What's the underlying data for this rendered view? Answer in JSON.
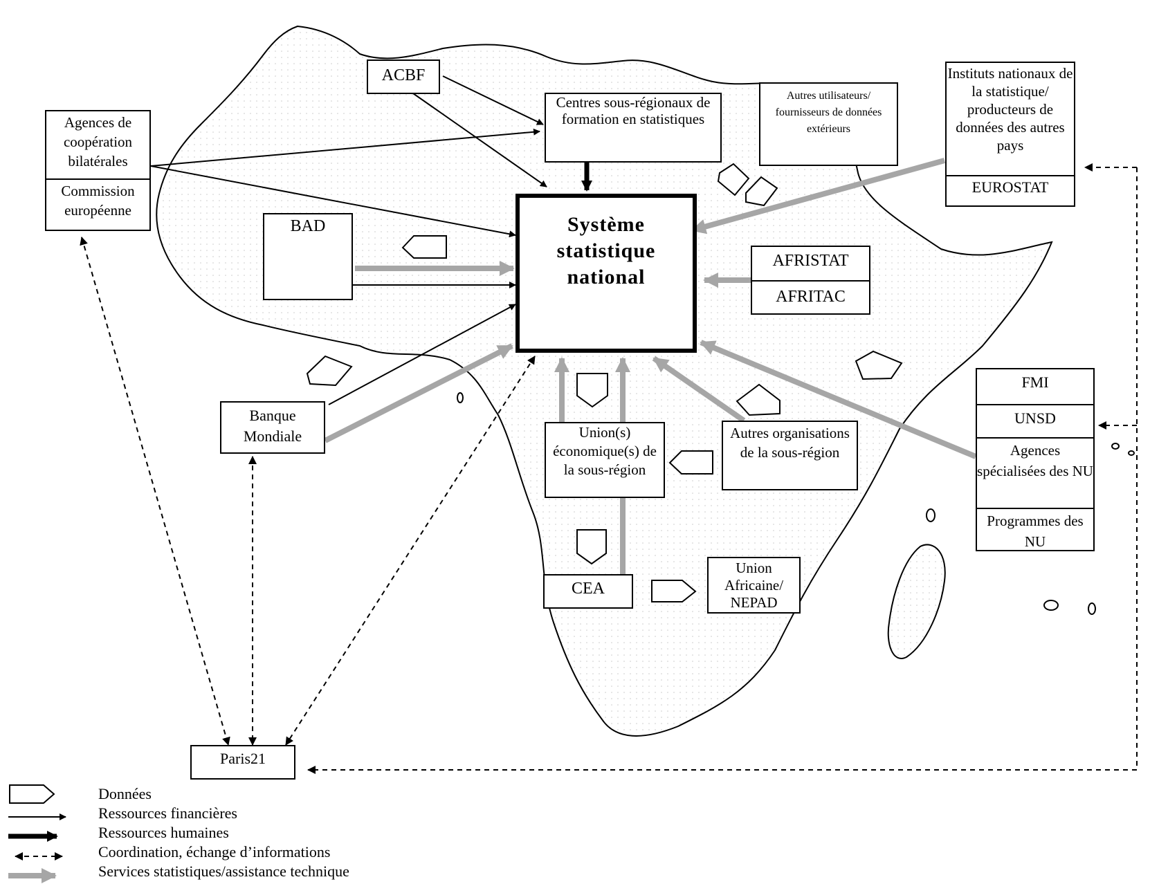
{
  "nodes": {
    "acbf": "ACBF",
    "centres_sous_regionaux": "Centres sous-régionaux de formation en statistiques",
    "autres_utilisateurs": "Autres utilisateurs/ fournisseurs de données extérieurs",
    "instituts_nationaux": "Instituts nationaux de la statistique/ producteurs de données des autres pays",
    "eurostat": "EUROSTAT",
    "agences_cooperation": "Agences de coopération bilatérales",
    "commission_europeenne": "Commission européenne",
    "bad": "BAD",
    "systeme_national": "Système statistique national",
    "afristat": "AFRISTAT",
    "afritac": "AFRITAC",
    "banque_mondiale": "Banque Mondiale",
    "unions_economiques": "Union(s) économique(s) de la sous-région",
    "autres_organisations": "Autres organisations de la sous-région",
    "fmi": "FMI",
    "unsd": "UNSD",
    "agences_specialisees": "Agences spécialisées des NU",
    "programmes_nu": "Programmes des NU",
    "cea": "CEA",
    "union_africaine": "Union Africaine/ NEPAD",
    "paris21": "Paris21"
  },
  "legend": [
    {
      "icon": "data-pentagon-icon",
      "label": "Données"
    },
    {
      "icon": "thin-arrow-icon",
      "label": "Ressources financières"
    },
    {
      "icon": "thick-arrow-icon",
      "label": "Ressources humaines"
    },
    {
      "icon": "dashed-double-arrow-icon",
      "label": "Coordination, échange d’informations"
    },
    {
      "icon": "gray-arrow-icon",
      "label": "Services statistiques/assistance technique"
    }
  ],
  "colors": {
    "line": "#000000",
    "service_arrow": "#a6a6a6",
    "map_outline": "#000000"
  }
}
